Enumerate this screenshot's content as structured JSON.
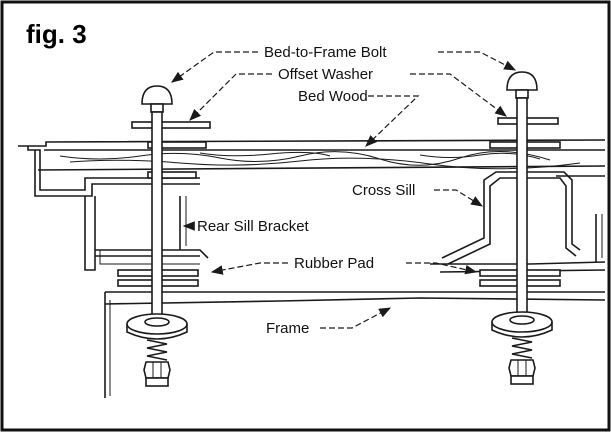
{
  "figure": {
    "title": "fig. 3",
    "labels": {
      "bolt": "Bed-to-Frame Bolt",
      "washer": "Offset Washer",
      "wood": "Bed Wood",
      "cross_sill": "Cross Sill",
      "rear_bracket": "Rear Sill Bracket",
      "rubber_pad": "Rubber Pad",
      "frame": "Frame"
    }
  }
}
